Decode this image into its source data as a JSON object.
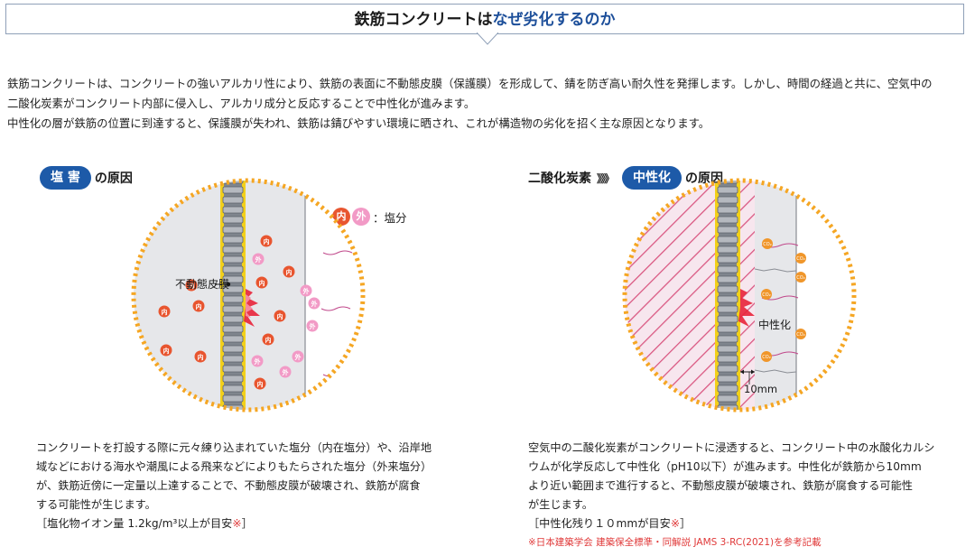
{
  "header": {
    "title_main": "鉄筋コンクリートは",
    "title_highlight": "なぜ劣化するのか"
  },
  "intro": {
    "lines": [
      "鉄筋コンクリートは、コンクリートの強いアルカリ性により、鉄筋の表面に不動態皮膜（保護膜）を形成して、錆を防ぎ高い耐久性を発揮します。しかし、時間の経過と共に、空気中の",
      "二酸化炭素がコンクリート内部に侵入し、アルカリ成分と反応することで中性化が進みます。",
      "中性化の層が鉄筋の位置に到達すると、保護膜が失われ、鉄筋は錆びやすい環境に晒され、これが構造物の劣化を招く主な原因となります。"
    ]
  },
  "salt": {
    "pill": "塩 害",
    "title_suffix": "の原因",
    "legend_in": "内",
    "legend_out": "外",
    "legend_label": "：塩分",
    "film_label": "不動態皮膜",
    "particle_in": "内",
    "particle_out": "外",
    "desc_lines": [
      "コンクリートを打設する際に元々練り込まれていた塩分（内在塩分）や、沿岸地",
      "域などにおける海水や潮風による飛来などによりもたらされた塩分（外来塩分）",
      "が、鉄筋近傍に一定量以上達することで、不動態皮膜が破壊され、鉄筋が腐食",
      "する可能性が生じます。"
    ],
    "note_main": "［塩化物イオン量 1.2kg/m³以上が目安",
    "note_mark": "※",
    "note_end": "］"
  },
  "carbon": {
    "prefix": "二酸化炭素",
    "arrows": "》》》",
    "pill": "中性化",
    "title_suffix": "の原因",
    "neutral_label": "中性化",
    "depth_label": "10mm",
    "co2_label": "CO₂",
    "desc_lines": [
      "空気中の二酸化炭素がコンクリートに浸透すると、コンクリート中の水酸化カルシ",
      "ウムが化学反応して中性化（pH10以下）が進みます。中性化が鉄筋から10mm",
      "より近い範囲まで進行すると、不動態皮膜が破壊され、鉄筋が腐食する可能性",
      "が生じます。"
    ],
    "note_main": "［中性化残り１０mmが目安",
    "note_mark": "※",
    "note_end": "］",
    "source": "※日本建築学会 建築保全標準・同解説 JAMS 3-RC(2021)を参考記載"
  },
  "colors": {
    "accent_blue": "#1d5aa8",
    "dotted_border": "#f5a623",
    "salt_in": "#e8552f",
    "salt_out": "#f29ac6",
    "hatch": "#d9547f",
    "rebar_edge": "#f2d01b",
    "co2": "#f0962a",
    "note_red": "#e03a3a"
  }
}
